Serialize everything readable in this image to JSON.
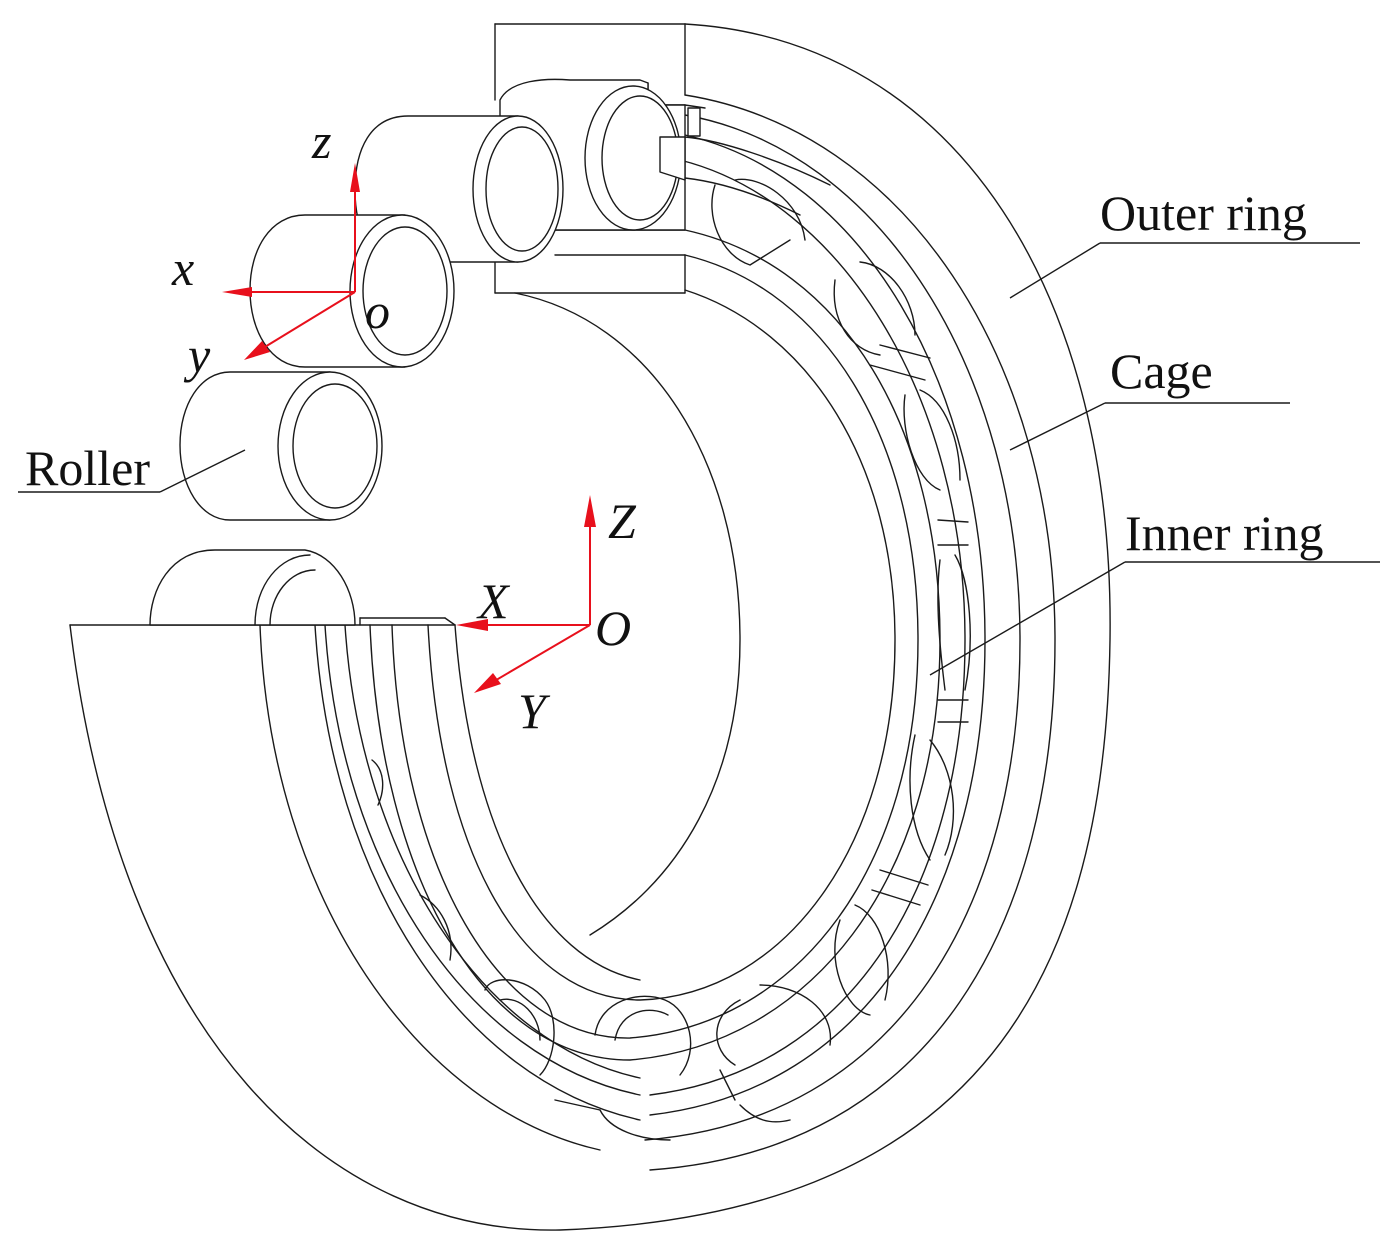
{
  "labels": {
    "outer_ring": "Outer ring",
    "cage": "Cage",
    "inner_ring": "Inner ring",
    "roller": "Roller"
  },
  "local_axes": {
    "x": "x",
    "y": "y",
    "z": "z",
    "origin": "o"
  },
  "global_axes": {
    "x": "X",
    "y": "Y",
    "z": "Z",
    "origin": "O"
  },
  "colors": {
    "axis": "#e8101c",
    "line": "#1a1a1a",
    "background": "#ffffff"
  }
}
